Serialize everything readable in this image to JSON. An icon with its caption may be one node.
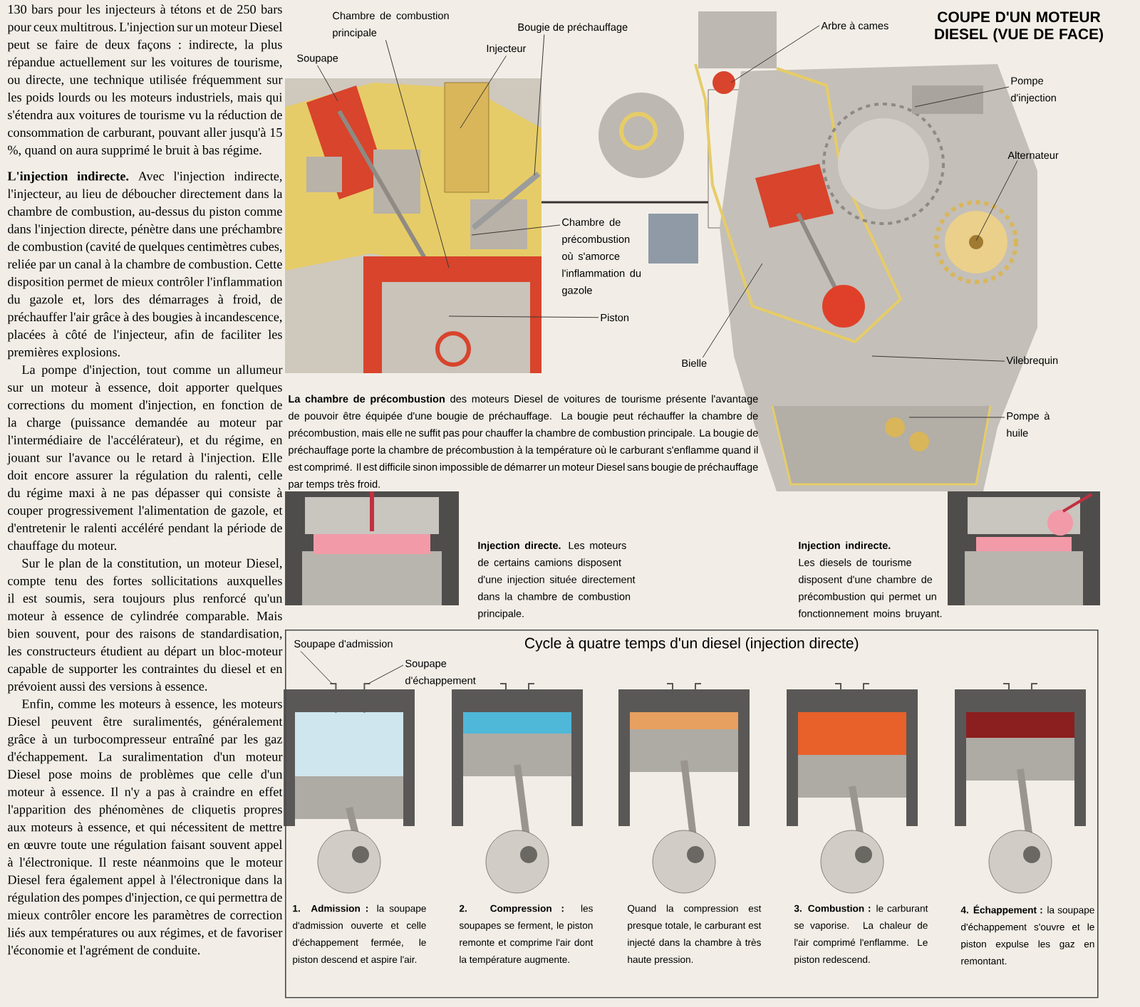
{
  "diagram": {
    "title": "COUPE D'UN MOTEUR DIESEL (VUE DE FACE)",
    "nodes": [
      {
        "text": [
          "Chambre de combustion principale"
        ]
      },
      {
        "text": [
          "Soupape"
        ]
      },
      {
        "text": [
          "Injecteur"
        ]
      },
      {
        "text": [
          "Bougie de préchauffage"
        ]
      },
      {
        "text": [
          "Chambre de précombustion où s'amorce l'inflammation du gazole"
        ]
      },
      {
        "text": [
          "Piston"
        ]
      },
      {
        "text": [
          "Arbre à cames"
        ]
      },
      {
        "text": [
          "Pompe d'injection"
        ]
      },
      {
        "text": [
          "Alternateur"
        ]
      },
      {
        "text": [
          "Bielle"
        ]
      },
      {
        "text": [
          "Vilebrequin"
        ]
      },
      {
        "text": [
          "Pompe à huile"
        ]
      },
      {
        "text": [
          "Cycle à quatre temps d'un diesel (injection directe)"
        ]
      },
      {
        "text": [
          "Soupape d'admission"
        ],
        "in": 12
      },
      {
        "text": [
          "Soupape d'échappement"
        ],
        "in": 12
      },
      {
        "text": [],
        "shape": "picture",
        "in": 12
      },
      {
        "text": [],
        "shape": "picture",
        "in": 12
      }
    ],
    "edges": [
      {
        "from": 0,
        "to": null,
        "arrow": "none"
      },
      {
        "from": 1,
        "to": null,
        "arrow": "none"
      },
      {
        "from": 2,
        "to": null,
        "arrow": "none"
      },
      {
        "from": 3,
        "to": null,
        "arrow": "none"
      },
      {
        "from": 4,
        "to": null,
        "arrow": "none"
      },
      {
        "from": 5,
        "to": null,
        "arrow": "none"
      },
      {
        "from": 6,
        "to": null,
        "arrow": "none"
      },
      {
        "from": 7,
        "to": null,
        "arrow": "none"
      },
      {
        "from": 8,
        "to": null,
        "arrow": "none"
      },
      {
        "from": 9,
        "to": null,
        "arrow": "none"
      },
      {
        "from": 10,
        "to": null,
        "arrow": "none"
      },
      {
        "from": 11,
        "to": null,
        "arrow": "none"
      },
      {
        "from": 13,
        "to": 15,
        "arrow": "none"
      },
      {
        "from": 14,
        "to": 16,
        "arrow": "none"
      }
    ],
    "labels": [
      "130 bars pour les injecteurs à tétons et de 250 bars pour ceux multitrous. L'injection sur un moteur Diesel peut se faire de deux façons : indirecte, la plus répandue actuellement sur les voitures de tourisme, ou directe, une technique utilisée fréquemment sur les poids lourds ou les moteurs industriels, mais qui s'étendra aux voitures de tourisme vu la réduction de consommation de carburant, pouvant aller jusqu'à 15 %, quand on aura supprimé le bruit à bas régime.",
      "**L'injection indirecte.** Avec l'injection indirecte, l'injecteur, au lieu de déboucher directement dans la chambre de combustion, au-dessus du piston comme dans l'injection directe, pénètre dans une préchambre de combustion (cavité de quelques centimètres cubes, reliée par un canal à la chambre de combustion. Cette disposition permet de mieux contrôler l'inflammation du gazole et, lors des démarrages à froid, de préchauffer l'air grâce à des bougies à incandescence, placées à côté de l'injecteur, afin de faciliter les premières explosions.",
      "La pompe d'injection, tout comme un allumeur sur un moteur à essence, doit apporter quelques corrections du moment d'injection, en fonction de la charge (puissance demandée au moteur par l'intermédiaire de l'accélérateur), et du régime, en jouant sur l'avance ou le retard à l'injection. Elle doit encore assurer la régulation du ralenti, celle du régime maxi à ne pas dépasser qui consiste à couper progressivement l'alimentation de gazole, et d'entretenir le ralenti accéléré pendant la période de chauffage du moteur.",
      "Sur le plan de la constitution, un moteur Diesel, compte tenu des fortes sollicitations auxquelles il est soumis, sera toujours plus renforcé qu'un moteur à essence de cylindrée comparable. Mais bien souvent, pour des raisons de standardisation, les constructeurs étudient au départ un bloc-moteur capable de supporter les contraintes du diesel et en prévoient aussi des versions à essence.",
      "Enfin, comme les moteurs à essence, les moteurs Diesel peuvent être suralimentés, généralement grâce à un turbocompresseur entraîné par les gaz d'échappement. La suralimentation d'un moteur Diesel pose moins de problèmes que celle d'un moteur à essence. Il n'y a pas à craindre en effet l'apparition des phénomènes de cliquetis propres aux moteurs à essence, et qui nécessitent de mettre en œuvre toute une régulation faisant souvent appel à l'électronique. Il reste néanmoins que le moteur Diesel fera également appel à l'électronique dans la régulation des pompes d'injection, ce qui permettra de mieux contrôler encore les paramètres de correction liés aux températures ou aux régimes, et de favoriser l'économie et l'agrément de conduite.",
      "**La chambre de précombustion** des moteurs Diesel de voitures de tourisme présente l'avantage de pouvoir être équipée d'une bougie de préchauffage. La bougie peut réchauffer la chambre de précombustion, mais elle ne suffit pas pour chauffer la chambre de combustion principale. La bougie de préchauffage porte la chambre de précombustion à la température où le carburant s'enflamme quand il est comprimé. Il est difficile sinon impossible de démarrer un moteur Diesel sans bougie de préchauffage par temps très froid.",
      "**Injection directe.** Les moteurs de certains camions disposent d'une injection située directement dans la chambre de combustion principale.",
      "**Injection indirecte.** Les diesels de tourisme disposent d'une chambre de précombustion qui permet un fonctionnement moins bruyant.",
      "**1. Admission :** la soupape d'admission ouverte et celle d'échappement fermée, le piston descend et aspire l'air.",
      "**2. Compression :** les soupapes se ferment, le piston remonte et comprime l'air dont la température augmente.",
      "Quand la compression est presque totale, le carburant est injecté dans la chambre à très haute pression.",
      "**3. Combustion :** le carburant se vaporise. La chaleur de l'air comprimé l'enflamme. Le piston redescend.",
      "**4. Échappement :** la soupape d'échappement s'ouvre et le piston expulse les gaz en remontant."
    ]
  }
}
